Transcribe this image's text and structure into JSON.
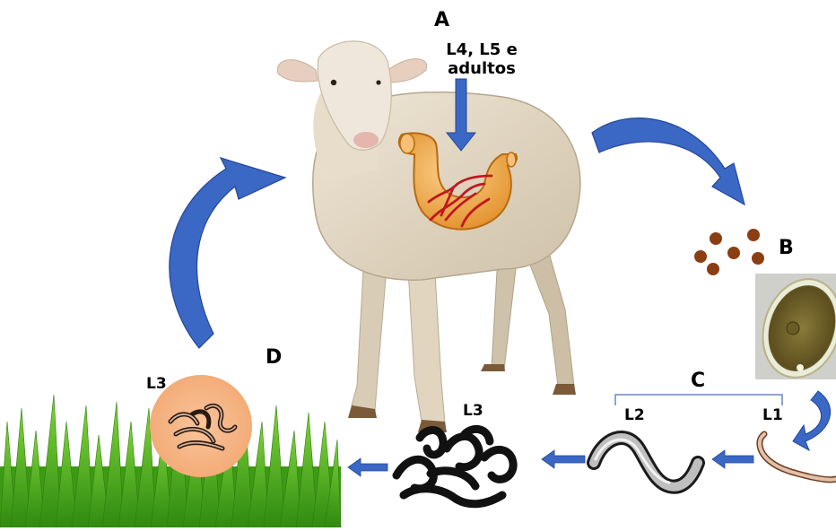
{
  "labels": {
    "A": "A",
    "A_note_line1": "L4, L5 e",
    "A_note_line2": "adultos",
    "B": "B",
    "C": "C",
    "D": "D",
    "L1": "L1",
    "L2": "L2",
    "L3_infective": "L3",
    "L3_pasture": "L3"
  },
  "colors": {
    "arrow_blue": "#3a68c4",
    "arrow_dark": "#25469a",
    "egg_brown": "#8b3e12",
    "grass_green": "#4aa818",
    "stomach_orange": "#eda13e",
    "worm_red": "#c0181f",
    "halo_peach": "#f6b88b",
    "fleece": "#ddd1bd",
    "bracket": "#6a86c4"
  }
}
